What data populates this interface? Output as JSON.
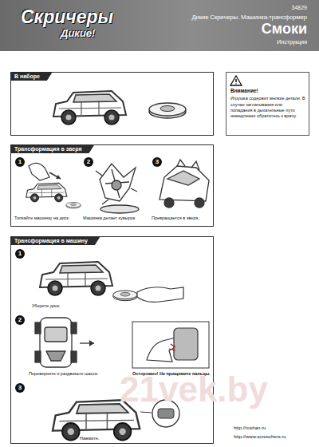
{
  "diagram": {
    "title": "Смоки",
    "nodes": [
      {
        "text": [
          "34829",
          "Дикие Скричеры. Машинка-трансформер",
          "Инструкция"
        ]
      },
      {
        "text": [
          "В наборе"
        ]
      },
      {
        "text": [
          "Трансформация в зверя"
        ]
      },
      {
        "text": [
          "1"
        ],
        "in": 2
      },
      {
        "text": [
          "2"
        ],
        "in": 2
      },
      {
        "text": [
          "3"
        ],
        "in": 2
      },
      {
        "text": [
          "Трансформация в машину"
        ]
      },
      {
        "text": [
          "1"
        ],
        "in": 6
      },
      {
        "text": [
          "2"
        ],
        "in": 6
      },
      {
        "text": [
          "Осторожно! Не прищемите пальцы."
        ],
        "in": 6
      },
      {
        "text": [
          "3"
        ],
        "in": 6
      },
      {
        "text": [
          "Внимание!",
          "Игрушка содержит мелкие детали. В случае заглатывания или попадания в дыхательные пути немедленно обратитесь к врачу."
        ]
      }
    ],
    "labels": [
      "Скричеры",
      "Дикие!",
      "Толкайте машинку на диск.",
      "Машинка делает кувырок.",
      "Превращается в зверя.",
      "Уберите диск.",
      "Переверните и раздвиньте шасси.",
      "Нажмите.",
      "http://roshan.ru",
      "http://www.screechers.ru",
      "21vek.by"
    ]
  }
}
